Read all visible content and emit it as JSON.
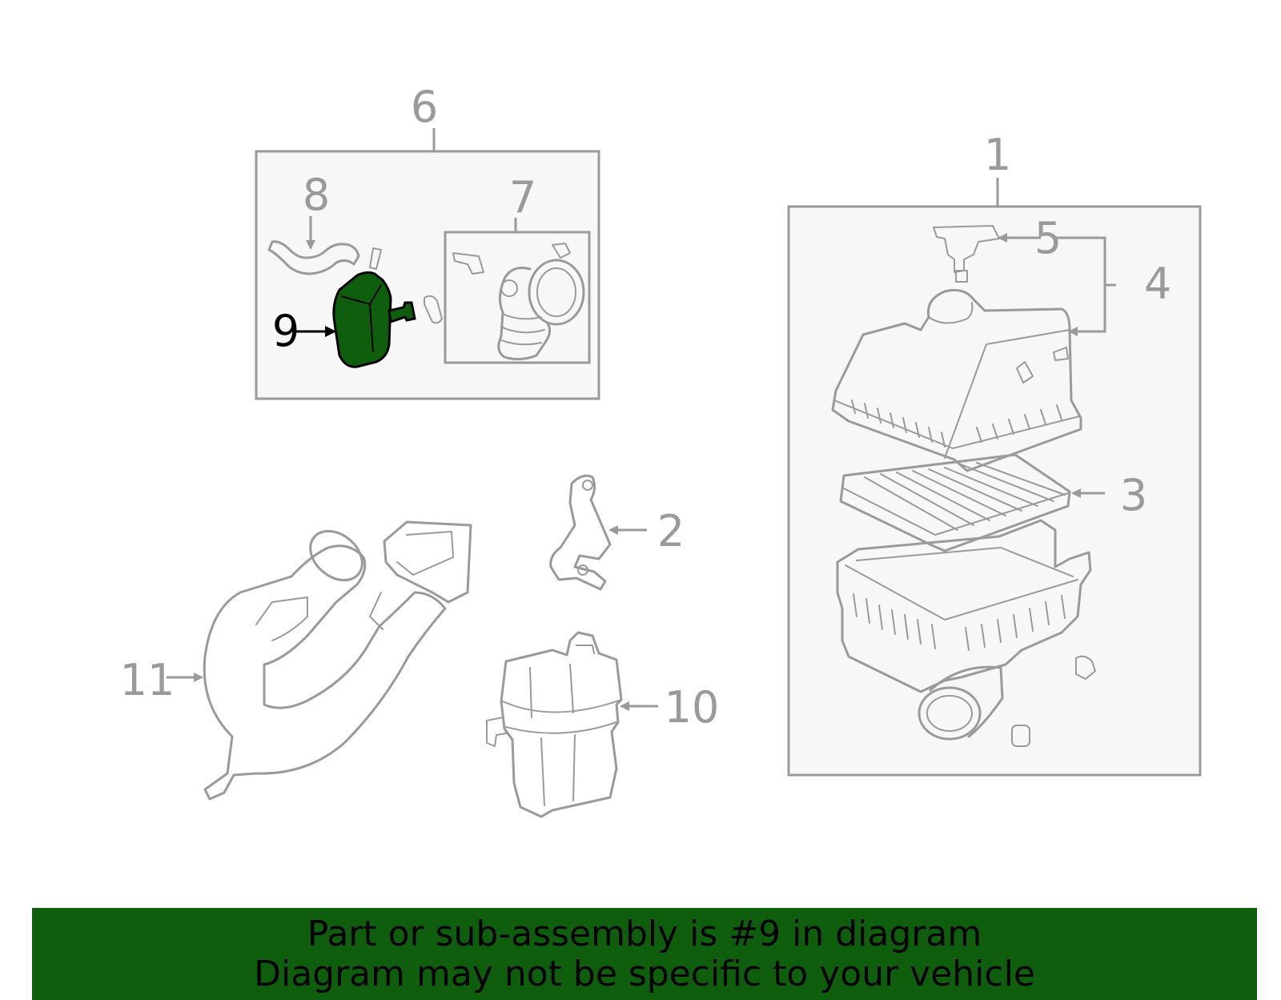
{
  "callouts": {
    "c1": "1",
    "c2": "2",
    "c3": "3",
    "c4": "4",
    "c5": "5",
    "c6": "6",
    "c7": "7",
    "c8": "8",
    "c9": "9",
    "c10": "10",
    "c11": "11"
  },
  "highlight": {
    "part": "9",
    "color": "#0f5e0e"
  },
  "banner": {
    "line1": "Part or sub-assembly is #9 in diagram",
    "line2": "Diagram may not be specific to your vehicle"
  }
}
